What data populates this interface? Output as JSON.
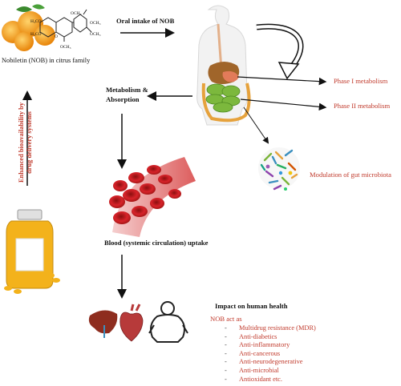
{
  "labels": {
    "nobiletin": "Nobiletin (NOB) in citrus family",
    "oral_intake": "Oral intake of NOB",
    "metabolism_line1": "Metabolism &",
    "metabolism_line2": "Absorption",
    "phase1": "Phase I metabolism",
    "phase2": "Phase II metabolism",
    "gut_microbiota": "Modulation of gut microbiota",
    "blood_uptake": "Blood (systemic circulation) uptake",
    "impact": "Impact on human health",
    "nob_act_as": "NOB act as",
    "bioavailability_line1": "Enhanced bioavailability by",
    "bioavailability_line2": "drug delivery systems"
  },
  "chem_labels": {
    "och3_1": "OCH₃",
    "och3_2": "OCH₃",
    "och3_3": "OCH₃",
    "och3_4": "OCH₃",
    "h3co": "H₃CO",
    "h3co_2": "H₃CO",
    "o": "O"
  },
  "effects": [
    "Multidrug resistance (MDR)",
    "Anti-diabetics",
    "Anti-inflammatory",
    "Anti-cancerous",
    "Anti-neurodegenerative",
    "Anti-microbial",
    "Antioxidant etc."
  ],
  "colors": {
    "red_text": "#c0392b",
    "arrow": "#111111",
    "orange": "#f39c12",
    "blood": "#c0392b"
  }
}
